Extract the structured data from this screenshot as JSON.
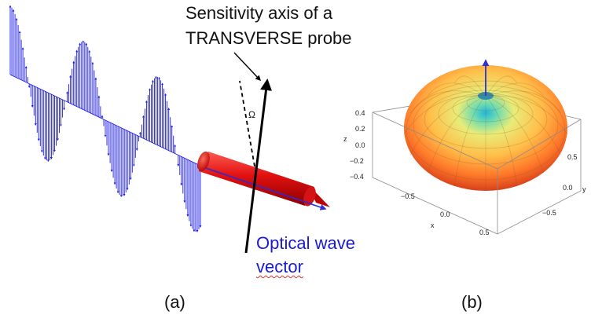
{
  "panel_a": {
    "sensitivity_line1": "Sensitivity axis of a",
    "sensitivity_line2": "TRANSVERSE probe",
    "optical_line1": "Optical wave",
    "optical_line2": "vector",
    "angle_symbol": "Ω",
    "caption": "(a)",
    "colors": {
      "wave": "#1a1ae6",
      "probe": "#d81414",
      "axis": "#000000",
      "wave_vector": "#2a2ad8"
    }
  },
  "panel_b": {
    "caption": "(b)",
    "z_axis_label": "z",
    "z_ticks": [
      "0.4",
      "0.2",
      "0.0",
      "−0.2",
      "−0.4"
    ],
    "x_axis_label": "x",
    "x_ticks": [
      "−0.5",
      "0.0",
      "0.5"
    ],
    "y_axis_label": "y",
    "y_ticks": [
      "0.5",
      "0.0",
      "−0.5"
    ],
    "colors": {
      "torus_outer": "#e8451c",
      "torus_mid": "#ffb43c",
      "torus_inner": "#6cdca0",
      "arrow": "#3030d0"
    }
  }
}
